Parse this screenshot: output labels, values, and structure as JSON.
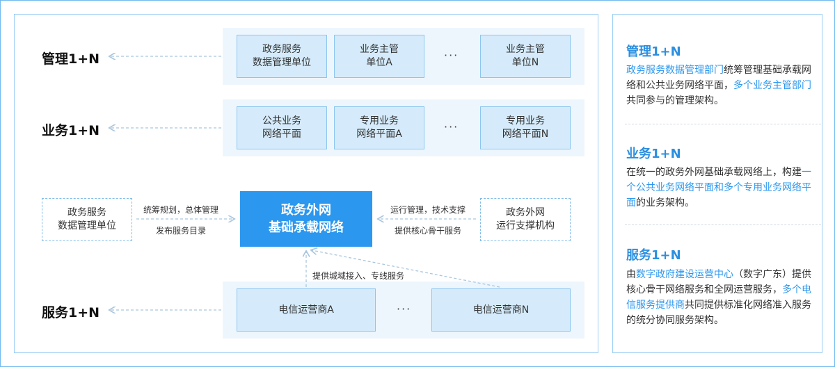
{
  "levels": {
    "management": "管理1+N",
    "business": "业务1+N",
    "service": "服务1+N"
  },
  "management_row": {
    "box1": "政务服务\n数据管理单位",
    "box2": "业务主管\n单位A",
    "box3": "业务主管\n单位N",
    "ellipsis": "···"
  },
  "business_row": {
    "box1": "公共业务\n网络平面",
    "box2": "专用业务\n网络平面A",
    "box3": "专用业务\n网络平面N",
    "ellipsis": "···"
  },
  "middle_row": {
    "left_box": "政务服务\n数据管理单位",
    "left_top_label": "统筹规划，总体管理",
    "left_bottom_label": "发布服务目录",
    "core": "政务外网\n基础承载网络",
    "right_top_label": "运行管理，技术支撑",
    "right_bottom_label": "提供核心骨干服务",
    "right_box": "政务外网\n运行支撑机构",
    "up_label": "提供城域接入、专线服务"
  },
  "service_row": {
    "box1": "电信运营商A",
    "box2": "电信运营商N",
    "ellipsis": "···"
  },
  "right_panel": {
    "s1": {
      "title": "管理1+N",
      "p1": "政务服务数据管理部门",
      "p2": "统筹管理基础承载网络和公共业务网络平面，",
      "p3": "多个业务主管部门",
      "p4": "共同参与的管理架构。"
    },
    "s2": {
      "title": "业务1+N",
      "p1": "在统一的政务外网基础承载网络上，构建",
      "p2": "一个公共业务网络平面和多个专用业务网络平面",
      "p3": "的业务架构。"
    },
    "s3": {
      "title": "服务1+N",
      "p1": "由",
      "p2": "数字政府建设运营中心",
      "p3": "（数字广东）提供核心骨干网络服务和全网运营服务，",
      "p4": "多个电信服务提供商",
      "p5": "共同提供标准化网络准入服务的统分协同服务架构。"
    }
  },
  "colors": {
    "accent": "#2b97ee",
    "box_fill": "#d5ebfb",
    "band_fill": "#eef6fd",
    "border": "#9ccff3"
  }
}
